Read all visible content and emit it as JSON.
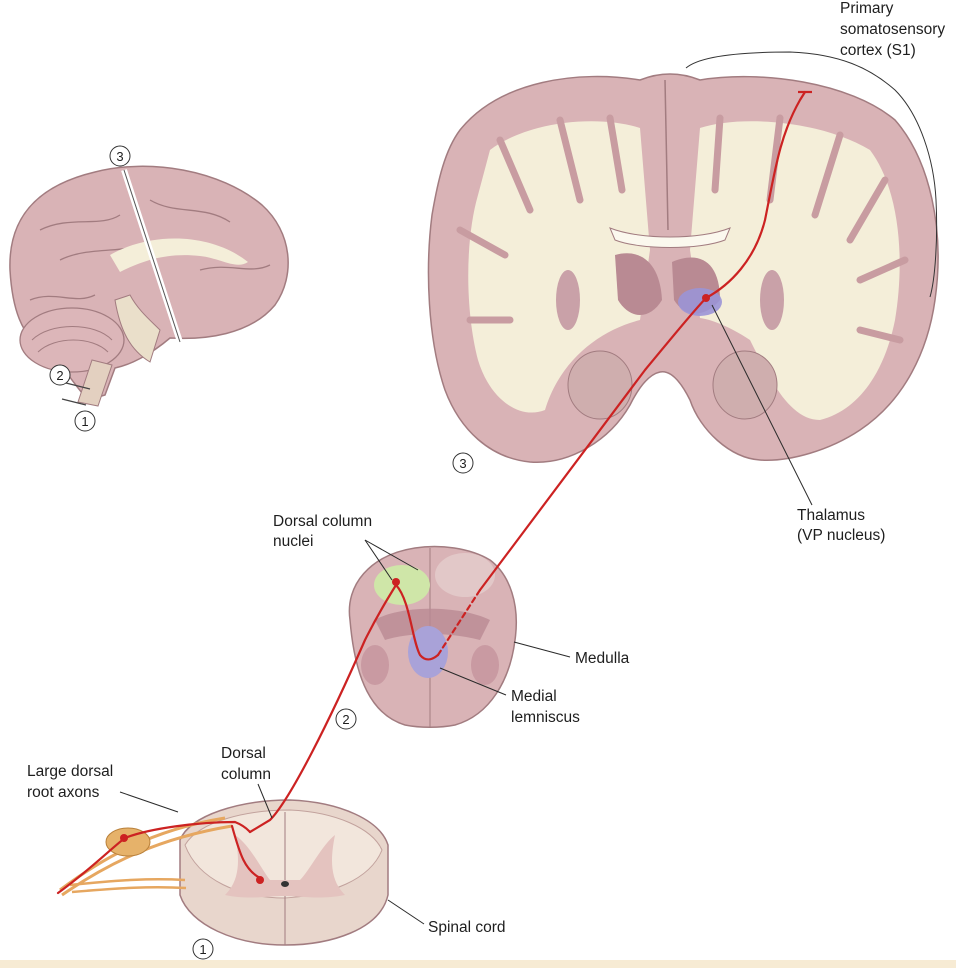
{
  "labels": {
    "s1_line1": "Primary",
    "s1_line2": "somatosensory",
    "s1_line3": "cortex (S1)",
    "thalamus_line1": "Thalamus",
    "thalamus_line2": "(VP nucleus)",
    "dcn_line1": "Dorsal column",
    "dcn_line2": "nuclei",
    "medulla": "Medulla",
    "ml_line1": "Medial",
    "ml_line2": "lemniscus",
    "dc_line1": "Dorsal",
    "dc_line2": "column",
    "drg_line1": "Large dorsal",
    "drg_line2": "root axons",
    "spinal_cord": "Spinal cord"
  },
  "markers": {
    "sagittal_level_1": "1",
    "sagittal_level_2": "2",
    "sagittal_level_3": "3",
    "coronal_section": "3",
    "medulla_section": "2",
    "spinal_section": "1"
  },
  "colors": {
    "pathway": "#cc2222",
    "thalamus_vp": "#9b93d6",
    "dorsal_column_nuclei": "#cfe6a8",
    "medial_lemniscus": "#a9a2d8",
    "nerve_fibers": "#e6a760",
    "tissue": "#d9b3b6",
    "white_matter": "#f4eed9"
  }
}
